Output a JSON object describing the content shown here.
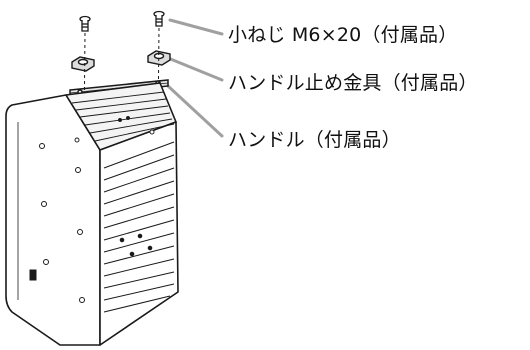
{
  "labels": {
    "screw": "小ねじ M6×20（付属品）",
    "bracket": "ハンドル止め金具（付属品）",
    "handle": "ハンドル（付属品）"
  },
  "colors": {
    "leader_line": "#a0a0a0",
    "outline": "#1a1a1a",
    "shade": "#d8d8d8"
  }
}
